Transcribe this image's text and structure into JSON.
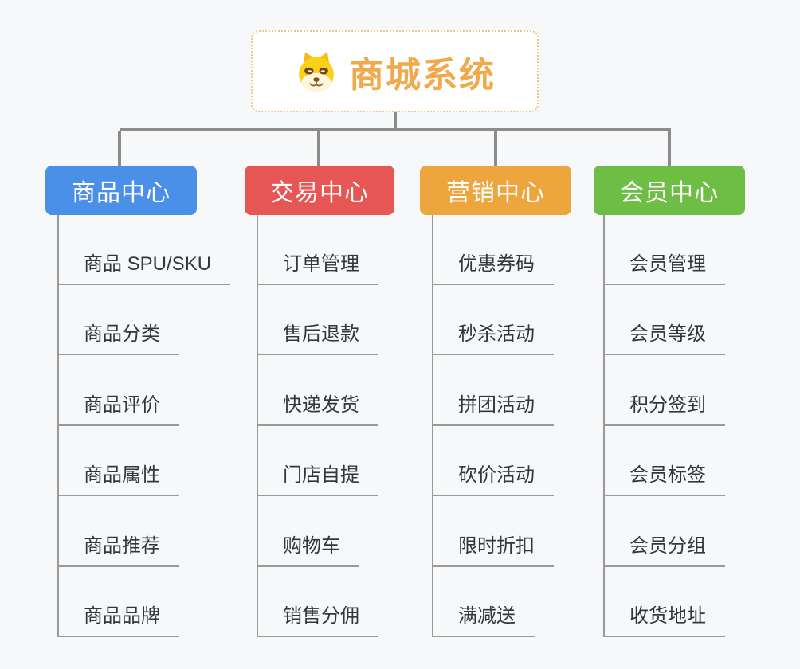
{
  "root": {
    "title": "商城系统",
    "icon": "dog-face-icon"
  },
  "colors": {
    "background": "#F7F8F9",
    "connector": "#8C8C8C",
    "leaf_line": "#9A9A9A",
    "leaf_text": "#33363B",
    "root_background": "#FFFFFF",
    "root_border": "#F3C581",
    "root_text": "#F0A94D",
    "branch_text": "#FFFFFF"
  },
  "tree": {
    "branches": [
      {
        "label": "商品中心",
        "color": "#4A8FE8",
        "items": [
          "商品 SPU/SKU",
          "商品分类",
          "商品评价",
          "商品属性",
          "商品推荐",
          "商品品牌"
        ]
      },
      {
        "label": "交易中心",
        "color": "#E55654",
        "items": [
          "订单管理",
          "售后退款",
          "快递发货",
          "门店自提",
          "购物车",
          "销售分佣"
        ]
      },
      {
        "label": "营销中心",
        "color": "#EDA63D",
        "items": [
          "优惠券码",
          "秒杀活动",
          "拼团活动",
          "砍价活动",
          "限时折扣",
          "满减送"
        ]
      },
      {
        "label": "会员中心",
        "color": "#6EBE45",
        "items": [
          "会员管理",
          "会员等级",
          "积分签到",
          "会员标签",
          "会员分组",
          "收货地址"
        ]
      }
    ]
  }
}
